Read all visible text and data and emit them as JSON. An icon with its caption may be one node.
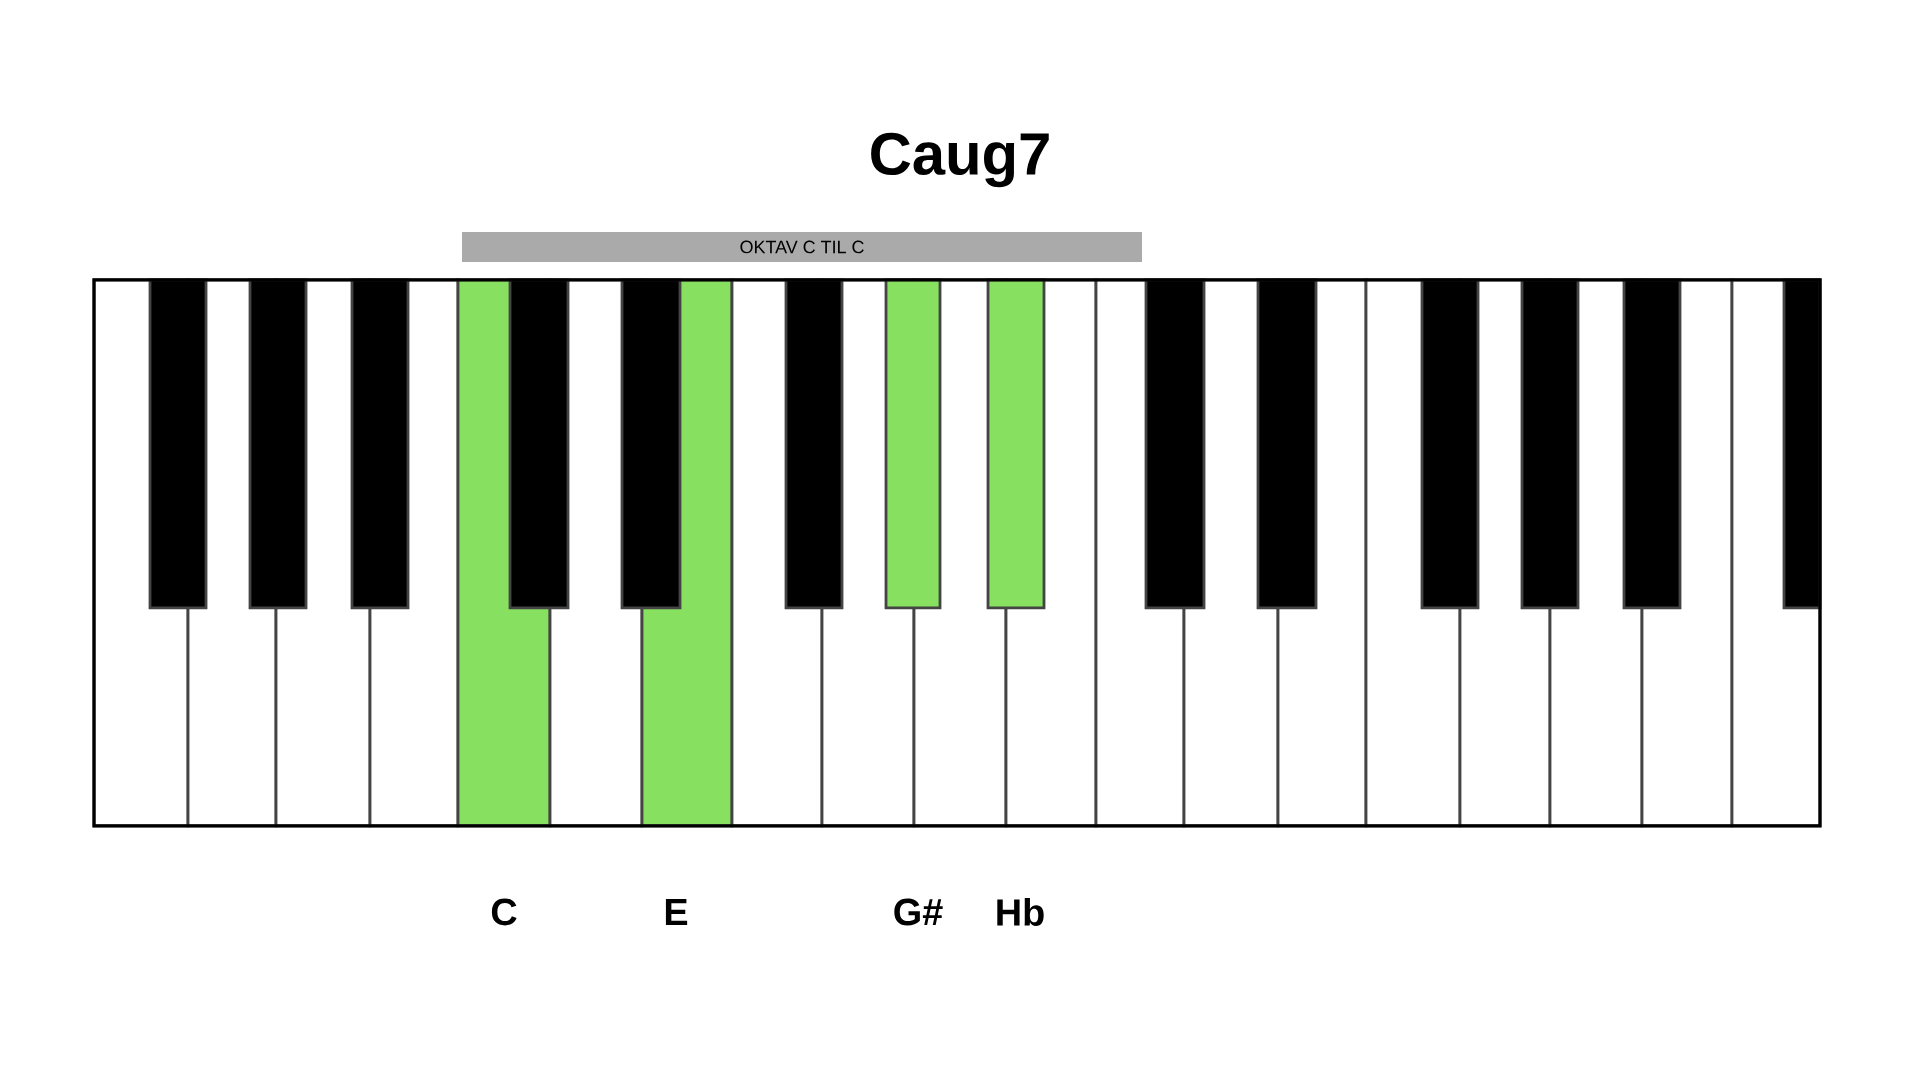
{
  "diagram": {
    "title": "Caug7",
    "nodes": [
      {
        "text": [
          "OKTAV C TIL C"
        ]
      }
    ],
    "edges": [],
    "labels": [
      "C",
      "E",
      "G#",
      "Hb"
    ]
  }
}
